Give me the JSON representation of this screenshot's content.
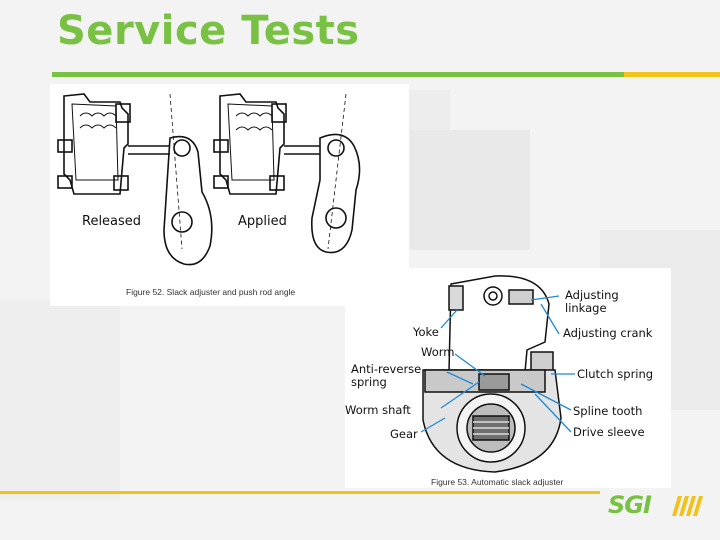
{
  "slide": {
    "title": "Service Tests",
    "colors": {
      "accent_green": "#79c143",
      "accent_yellow": "#f2c21b",
      "diagram_blue": "#1e88d6"
    }
  },
  "figure1": {
    "state_left": "Released",
    "state_right": "Applied",
    "caption": "Figure 52. Slack adjuster and push rod angle"
  },
  "figure2": {
    "labels": {
      "adjusting_linkage": "Adjusting linkage",
      "yoke": "Yoke",
      "adjusting_crank": "Adjusting crank",
      "worm": "Worm",
      "anti_reverse_spring": "Anti-reverse spring",
      "clutch_spring": "Clutch spring",
      "worm_shaft": "Worm shaft",
      "spline_tooth": "Spline tooth",
      "gear": "Gear",
      "drive_sleeve": "Drive sleeve"
    },
    "caption": "Figure 53. Automatic slack adjuster"
  },
  "logo": {
    "text": "SGI"
  }
}
